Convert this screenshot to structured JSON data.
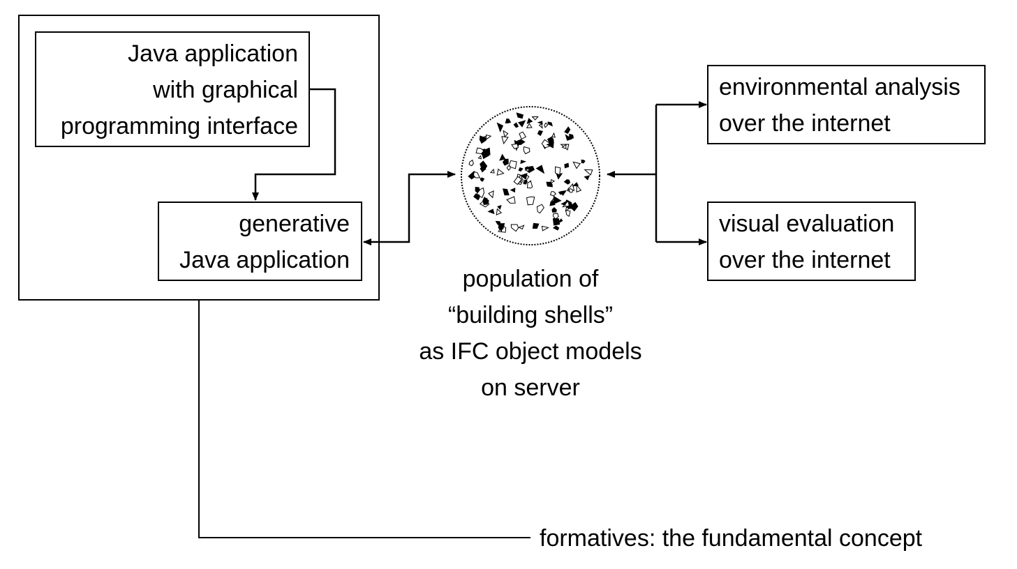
{
  "java_gui_app": {
    "lines": [
      "Java application",
      "with graphical",
      "programming interface"
    ]
  },
  "generative_app": {
    "lines": [
      "generative",
      "Java application"
    ]
  },
  "population": {
    "lines": [
      "population of",
      "“building shells”",
      "as IFC object models",
      "on server"
    ]
  },
  "environmental": {
    "lines": [
      "environmental analysis",
      "over the internet"
    ]
  },
  "visual": {
    "lines": [
      "visual evaluation",
      "over the internet"
    ]
  },
  "caption": "formatives: the fundamental concept"
}
